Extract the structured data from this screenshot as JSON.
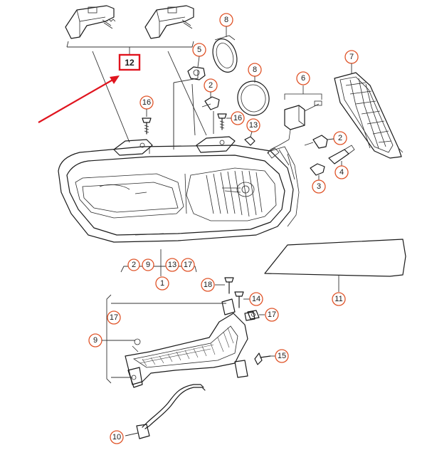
{
  "callouts": {
    "c1": "1",
    "c2a": "2",
    "c2b": "2",
    "c2c": "2",
    "c3": "3",
    "c4": "4",
    "c5": "5",
    "c6": "6",
    "c7": "7",
    "c8a": "8",
    "c8b": "8",
    "c9a": "9",
    "c9b": "9",
    "c10": "10",
    "c11": "11",
    "c12": "12",
    "c13a": "13",
    "c13b": "13",
    "c14": "14",
    "c15": "15",
    "c16a": "16",
    "c16b": "16",
    "c17a": "17",
    "c17b": "17",
    "c17c": "17",
    "c18": "18"
  },
  "colors": {
    "callout_ring": "#e0552a",
    "highlight": "#e0141e",
    "arrow": "#e0141e",
    "linework": "#1a1a1a"
  }
}
